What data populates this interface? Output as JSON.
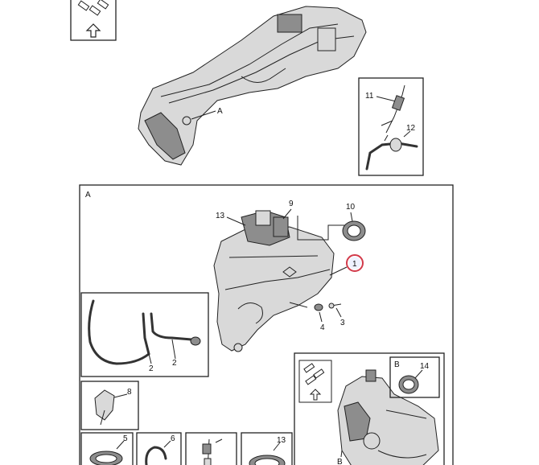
{
  "callouts": {
    "top_a": "A",
    "label_11": "11",
    "label_12": "12",
    "box_a": "A",
    "label_13": "13",
    "label_9": "9",
    "label_10": "10",
    "label_1": "1",
    "label_4": "4",
    "label_3": "3",
    "label_2a": "2",
    "label_2b": "2",
    "label_8": "8",
    "label_5": "5",
    "label_6": "6",
    "label_13b": "13",
    "box_b": "B",
    "label_14": "14",
    "bottom_b": "B"
  },
  "colors": {
    "highlight": "#d23a4a",
    "line": "#222222",
    "part_fill": "#d9d9d9"
  },
  "icons": [
    "up-arrow-icon",
    "connector-bundle-icon"
  ]
}
